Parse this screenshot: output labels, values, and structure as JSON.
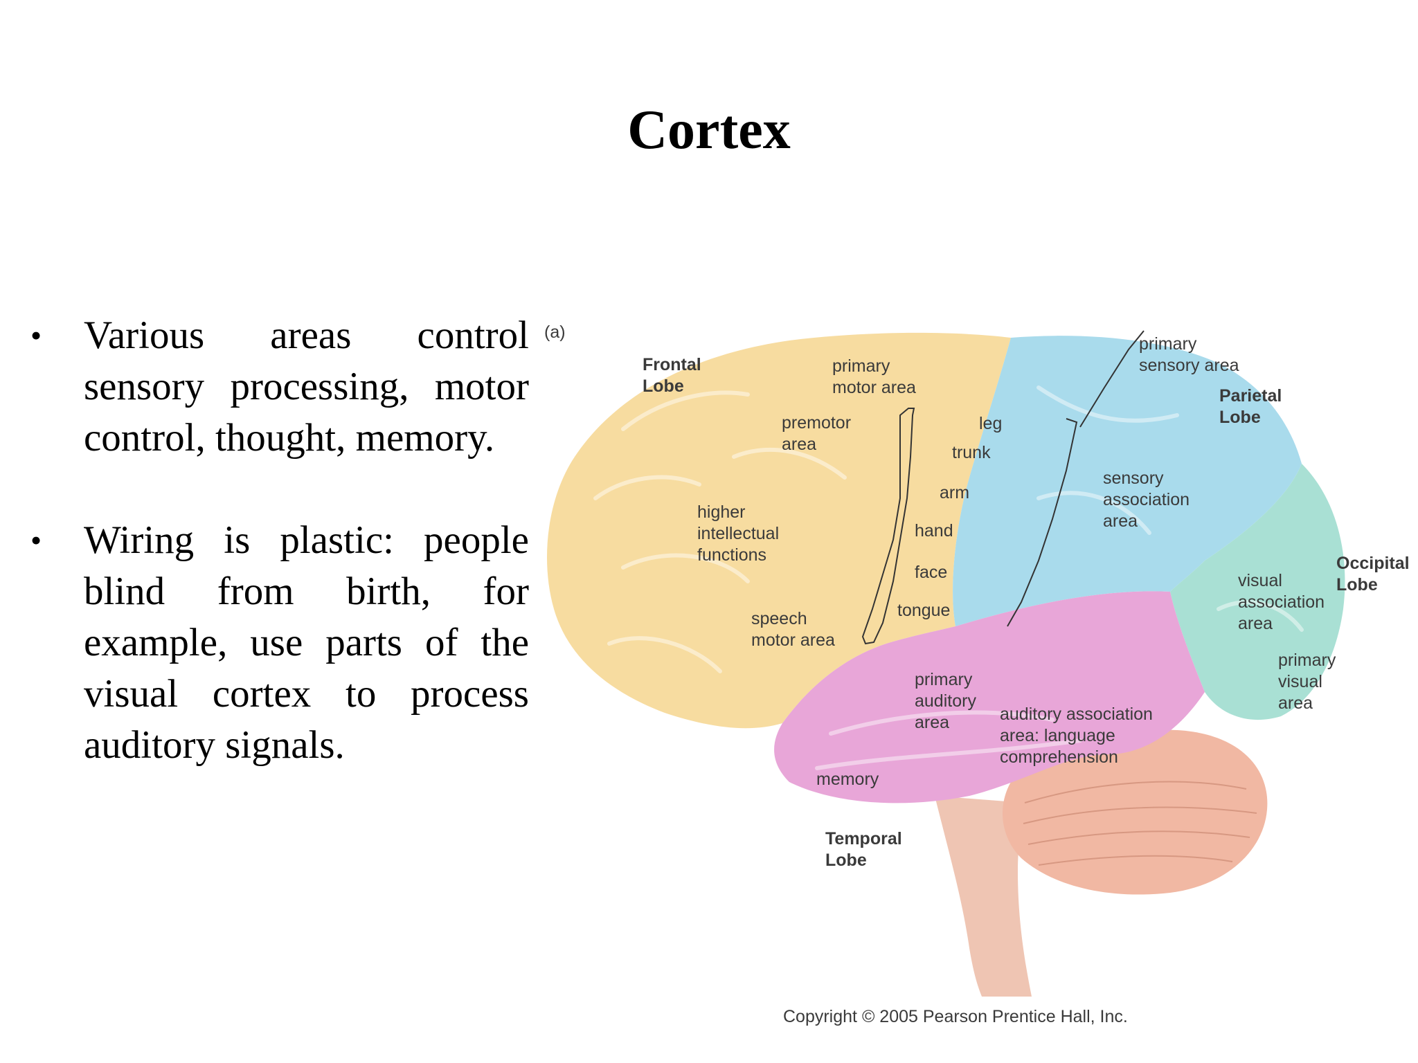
{
  "slide": {
    "title": "Cortex",
    "bullets": [
      "Various areas control sensory processing, motor control, thought, memory.",
      "Wiring is plastic: people blind from birth, for example, use parts of the visual cortex to process auditory signals."
    ]
  },
  "figure": {
    "panel_label": "(a)",
    "colors": {
      "frontal": "#f7dca0",
      "parietal": "#a9dbec",
      "occipital": "#a9e0d4",
      "temporal": "#e8a6d8",
      "cerebellum": "#f1b8a3",
      "brainstem": "#efc5b3"
    },
    "lobes": {
      "frontal": [
        "Frontal",
        "Lobe"
      ],
      "parietal": [
        "Parietal",
        "Lobe"
      ],
      "occipital": [
        "Occipital",
        "Lobe"
      ],
      "temporal": [
        "Temporal",
        "Lobe"
      ]
    },
    "areas": {
      "primary_motor": [
        "primary",
        "motor area"
      ],
      "premotor": [
        "premotor",
        "area"
      ],
      "higher_intellectual": [
        "higher",
        "intellectual",
        "functions"
      ],
      "speech_motor": [
        "speech",
        "motor area"
      ],
      "primary_sensory": [
        "primary",
        "sensory area"
      ],
      "sensory_association": [
        "sensory",
        "association",
        "area"
      ],
      "visual_association": [
        "visual",
        "association",
        "area"
      ],
      "primary_visual": [
        "primary",
        "visual",
        "area"
      ],
      "primary_auditory": [
        "primary",
        "auditory",
        "area"
      ],
      "auditory_association": [
        "auditory association",
        "area:  language",
        "comprehension"
      ],
      "memory": [
        "memory"
      ]
    },
    "body_map": [
      "leg",
      "trunk",
      "arm",
      "hand",
      "face",
      "tongue"
    ],
    "copyright": "Copyright © 2005 Pearson Prentice Hall, Inc."
  }
}
